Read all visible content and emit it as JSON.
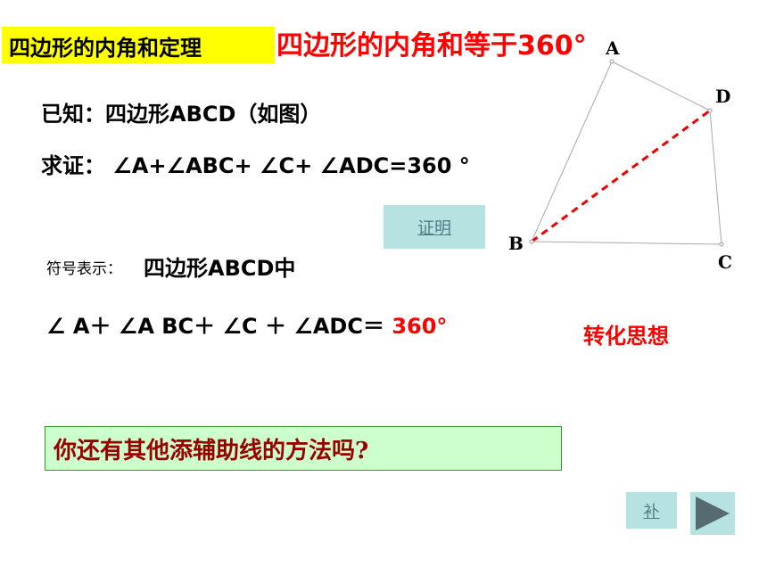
{
  "title_tag": "四边形的内角和定理",
  "headline": "四边形的内角和等于360°",
  "known": "已知：四边形ABCD（如图）",
  "prove": "求证： ∠A+∠ABC+ ∠C+ ∠ADC=360 °",
  "proof_button": "证明",
  "symbol_label": "符号表示：",
  "symbol_text": "四边形ABCD中",
  "equation_left": "∠ A＋ ∠A BC＋ ∠C ＋ ∠ADC＝ ",
  "equation_value": "360°",
  "transform_note": "转化思想",
  "question": "你还有其他添辅助线的方法吗?",
  "supplement_button": "补",
  "next_button_icon": "play-triangle-icon",
  "figure": {
    "vertices": {
      "A": "A",
      "B": "B",
      "C": "C",
      "D": "D"
    },
    "auxiliary_line": "BD",
    "auxiliary_color": "#ee0000"
  },
  "colors": {
    "title_bg": "#ffff00",
    "headline": "#ff0000",
    "button_bg": "#b7e2e2",
    "question_bg": "#ccffcc",
    "question_text": "#990000"
  }
}
